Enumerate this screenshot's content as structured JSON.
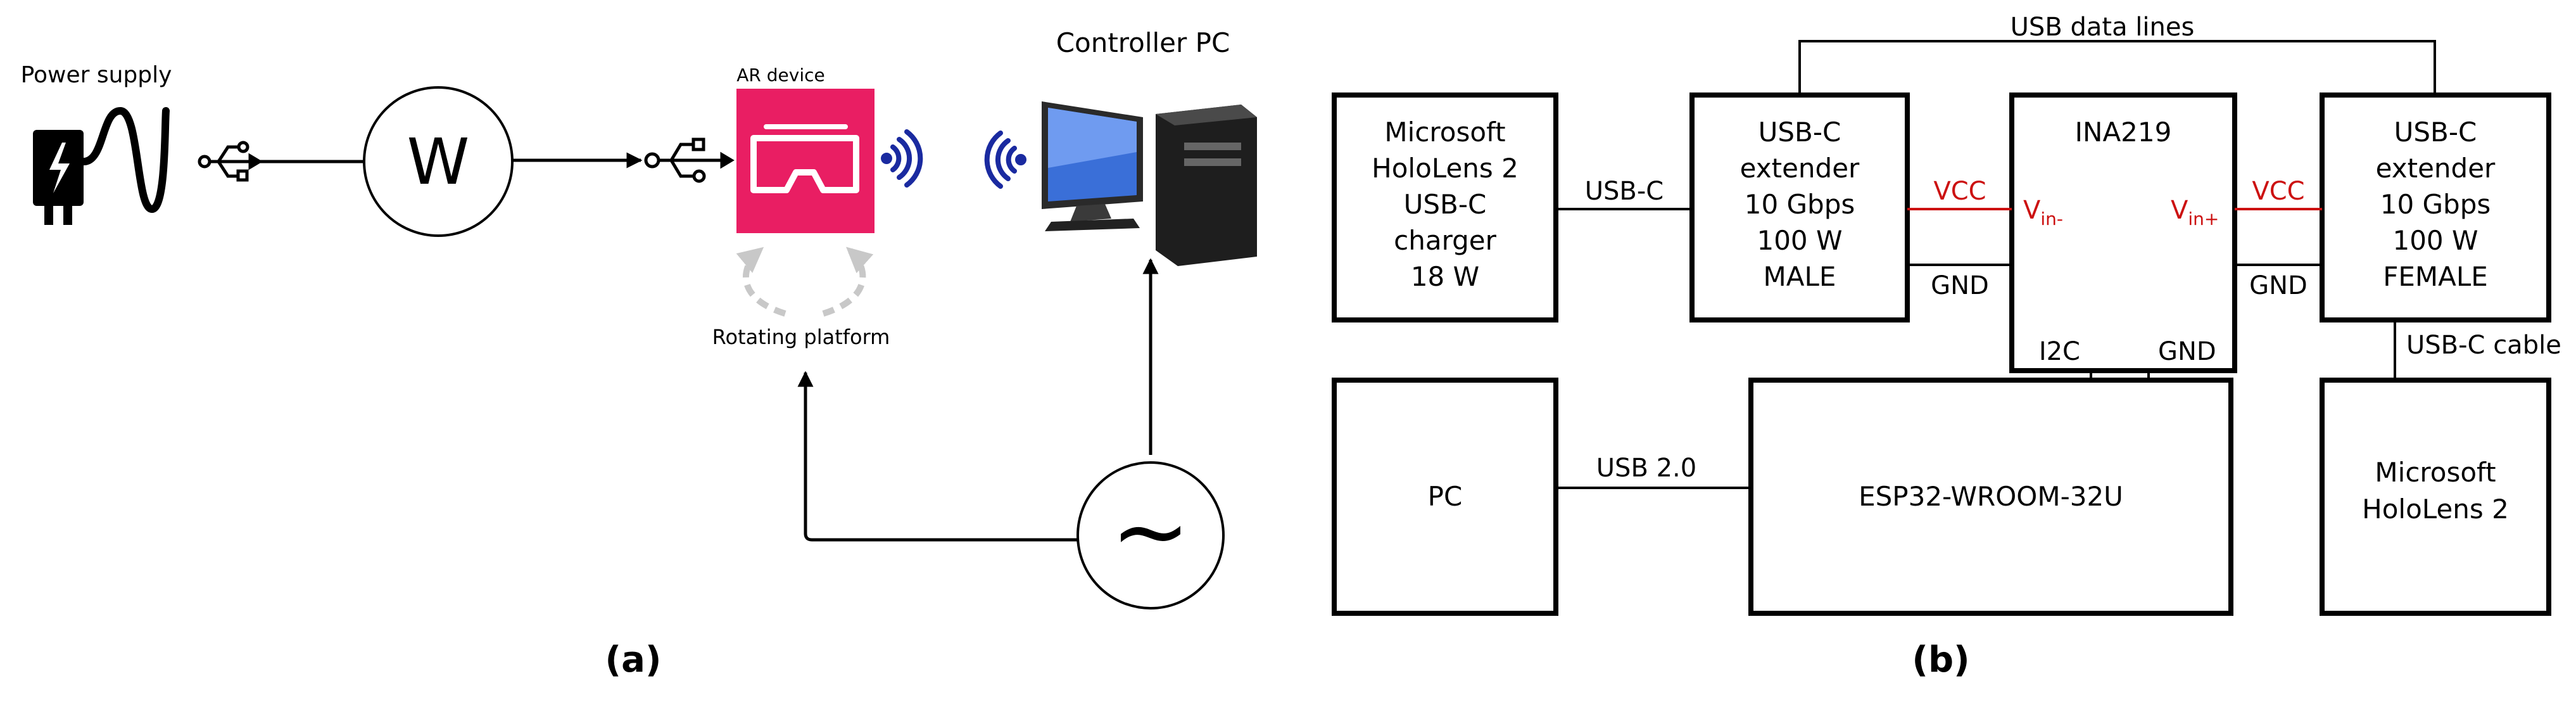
{
  "panel_a": {
    "power_supply_label": "Power supply",
    "meter_symbol": "W",
    "ar_device_label": "AR device",
    "controller_label": "Controller PC",
    "platform_label": "Rotating platform",
    "generator_symbol": "~",
    "caption": "(a)",
    "icons": [
      "charger-icon",
      "usb-icon",
      "vr-headset-icon",
      "wireless-icon",
      "desktop-pc-icon"
    ],
    "colors": {
      "ar_device_bg": "#e91e63",
      "wireless": "#1a2aa0",
      "platform_arrows": "#c8c8c8",
      "plug": "#000000"
    }
  },
  "panel_b": {
    "charger": [
      "Microsoft",
      "HoloLens 2",
      "USB-C",
      "charger",
      "18 W"
    ],
    "extender_male": [
      "USB-C",
      "extender",
      "10 Gbps",
      "100 W",
      "MALE"
    ],
    "ina": "INA219",
    "extender_female": [
      "USB-C",
      "extender",
      "10 Gbps",
      "100 W",
      "FEMALE"
    ],
    "pc": "PC",
    "esp": "ESP32-WROOM-32U",
    "hololens": [
      "Microsoft",
      "HoloLens 2"
    ],
    "labels": {
      "usb_data_lines": "USB data lines",
      "usb_c": "USB-C",
      "vcc_left": "VCC",
      "vcc_right": "VCC",
      "vin_minus_main": "V",
      "vin_minus_sub": "in-",
      "vin_plus_main": "V",
      "vin_plus_sub": "in+",
      "gnd_left": "GND",
      "gnd_right": "GND",
      "i2c": "I2C",
      "gnd_esp": "GND",
      "usb_c_cable": "USB-C cable",
      "usb_2": "USB 2.0"
    },
    "colors": {
      "vcc": "#cc1111"
    },
    "caption": "(b)"
  }
}
